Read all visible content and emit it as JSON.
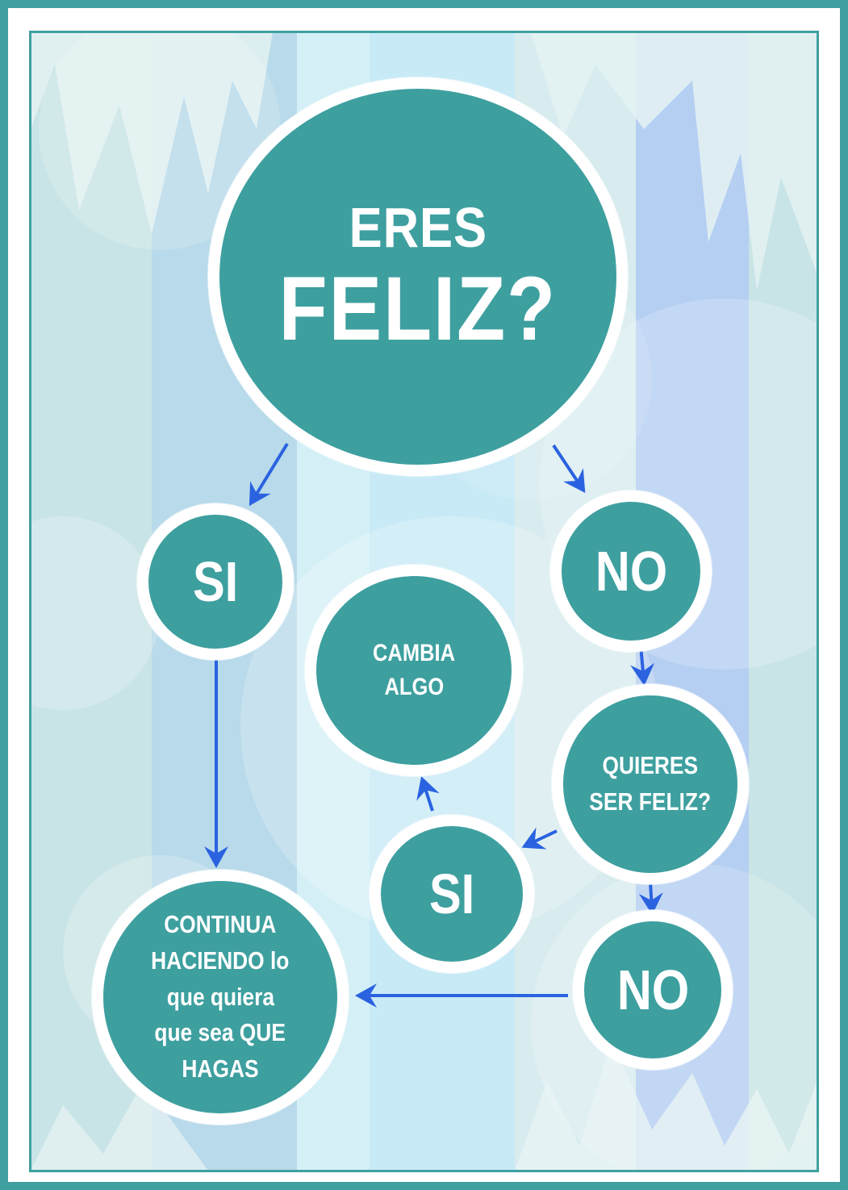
{
  "main_question": {
    "line1": "ERES",
    "line2": "FELIZ?"
  },
  "si_left": "SI",
  "no_right": "NO",
  "cambia": {
    "line1": "CAMBIA",
    "line2": "ALGO"
  },
  "quieres": {
    "line1": "QUIERES",
    "line2": "SER FELIZ?"
  },
  "si_center": "SI",
  "no_bottom": "NO",
  "continua": {
    "line1": "CONTINUA",
    "line2": "HACIENDO lo",
    "line3": "que quiera",
    "line4": "que sea QUE",
    "line5": "HAGAS"
  },
  "colors": {
    "node": "#3e9f9f",
    "border": "#3fa09f",
    "arrow": "#2a62e0",
    "text": "#ffffff"
  }
}
